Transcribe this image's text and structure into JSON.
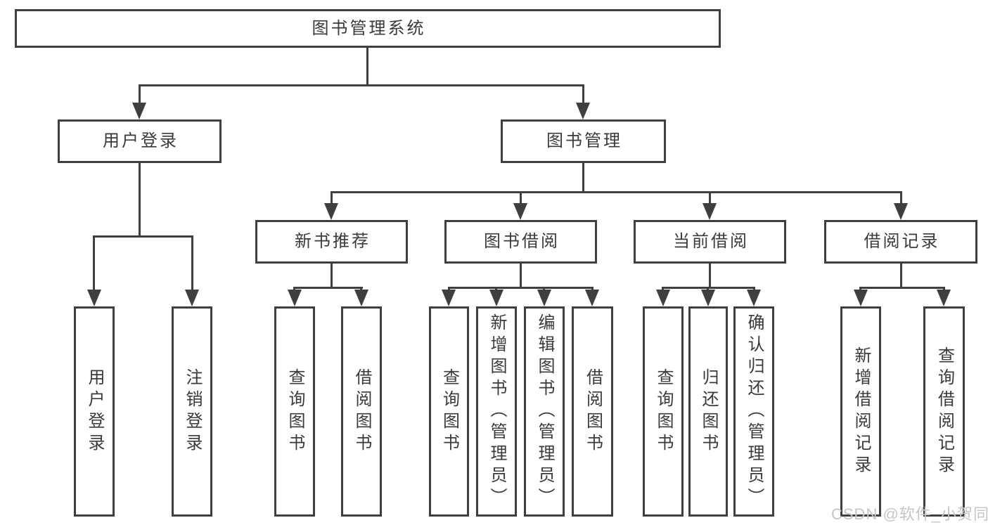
{
  "diagram": {
    "title": "图书管理系统",
    "level2": {
      "user_login": "用户登录",
      "book_mgmt": "图书管理"
    },
    "level3": {
      "new_books": "新书推荐",
      "book_borrow": "图书借阅",
      "current_borrow": "当前借阅",
      "borrow_records": "借阅记录"
    },
    "leaves": {
      "user": [
        "用户登录",
        "注销登录"
      ],
      "recommend": [
        "查询图书",
        "借阅图书"
      ],
      "borrow": [
        "查询图书",
        "新增图书（管理员）",
        "编辑图书（管理员）",
        "借阅图书"
      ],
      "current": [
        "查询图书",
        "归还图书",
        "确认归还（管理员）"
      ],
      "records": [
        "新增借阅记录",
        "查询借阅记录"
      ]
    },
    "colors": {
      "line": "#3f3f3f",
      "text": "#3a3a3a",
      "watermark_text": "#c6c6c6"
    }
  },
  "watermark": "CSDN @软件_小贺同学"
}
